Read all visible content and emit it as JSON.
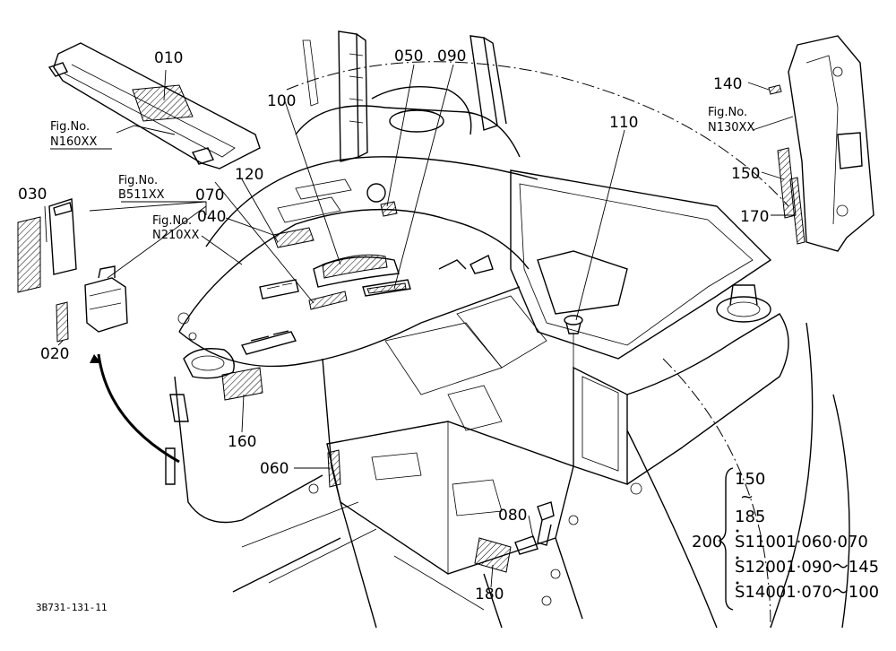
{
  "parts": {
    "p010": "010",
    "p020": "020",
    "p030": "030",
    "p040": "040",
    "p050": "050",
    "p060": "060",
    "p070": "070",
    "p080": "080",
    "p090": "090",
    "p100": "100",
    "p110": "110",
    "p120": "120",
    "p140": "140",
    "p150": "150",
    "p160": "160",
    "p170": "170",
    "p180": "180"
  },
  "figrefs": {
    "f1": {
      "label": "Fig.No.",
      "code": "N160XX"
    },
    "f2": {
      "label": "Fig.No.",
      "code": "B511XX"
    },
    "f3": {
      "label": "Fig.No.",
      "code": "N210XX"
    },
    "f4": {
      "label": "Fig.No.",
      "code": "N130XX"
    }
  },
  "legend": {
    "ref": "200",
    "range_start": "150",
    "range_symbol": "~",
    "range_end": "185",
    "line1": "S11001·060·070",
    "line2": "S12001·090～145",
    "line3": "S14001·070～100"
  },
  "drawing_code": "3B731-131-11"
}
